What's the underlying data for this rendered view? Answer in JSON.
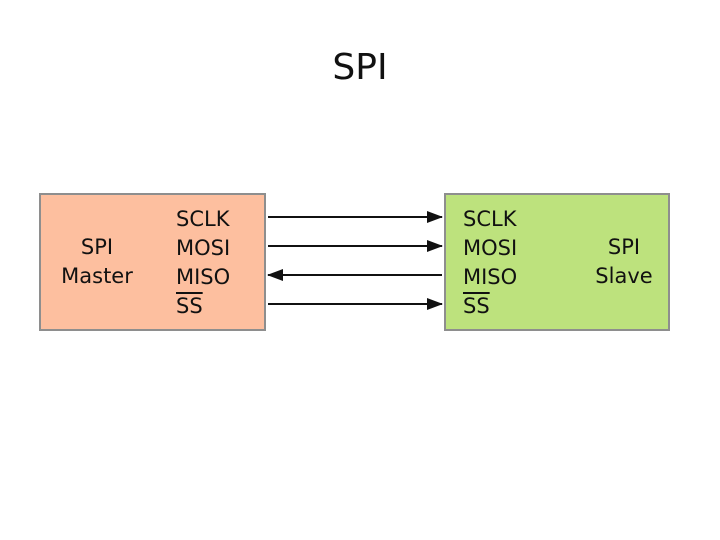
{
  "title": "SPI",
  "master": {
    "name_lines": [
      "SPI",
      "Master"
    ],
    "signals": [
      "SCLK",
      "MOSI",
      "MISO",
      "SS"
    ],
    "fill": "#fdbf9f"
  },
  "slave": {
    "name_lines": [
      "SPI",
      "Slave"
    ],
    "signals": [
      "SCLK",
      "MOSI",
      "MISO",
      "SS"
    ],
    "fill": "#bde27d"
  },
  "connections": [
    {
      "signal": "SCLK",
      "direction": "master-to-slave"
    },
    {
      "signal": "MOSI",
      "direction": "master-to-slave"
    },
    {
      "signal": "MISO",
      "direction": "slave-to-master"
    },
    {
      "signal": "SS",
      "direction": "master-to-slave"
    }
  ]
}
